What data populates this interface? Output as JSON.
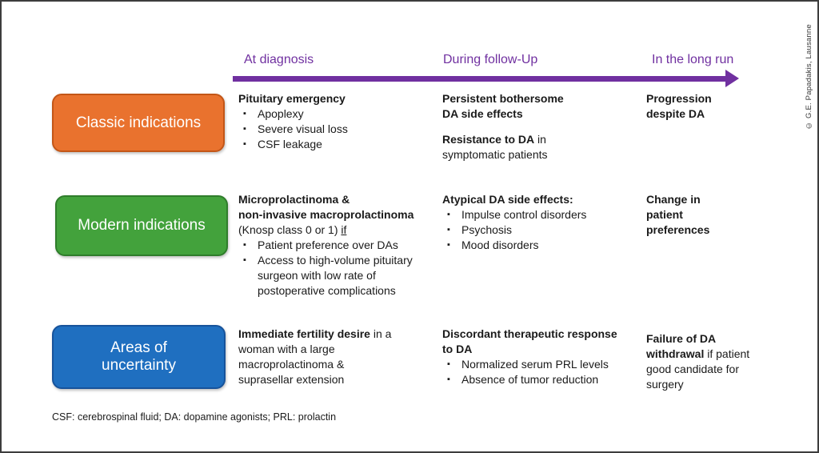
{
  "credit": "© G.E. Papadakis, Lausanne",
  "footer": "CSF: cerebrospinal fluid; DA: dopamine agonists; PRL: prolactin",
  "ui": {
    "bullet": "▪"
  },
  "colors": {
    "timeline_purple": "#7030A0",
    "classic_orange_fill": "#E9722E",
    "classic_orange_border": "#C35617",
    "modern_green_fill": "#43A23C",
    "modern_green_border": "#2F7D2B",
    "uncertainty_blue_fill": "#1F6FC0",
    "uncertainty_blue_border": "#17539B",
    "text": "#1a1a1a"
  },
  "timeline": {
    "col1": "At diagnosis",
    "col2": "During follow-Up",
    "col3": "In the long run"
  },
  "labels": {
    "classic": "Classic indications",
    "modern": "Modern indications",
    "uncertainty": "Areas of\nuncertainty"
  },
  "classic": {
    "diagnosis": {
      "title": "Pituitary emergency",
      "bullets": [
        "Apoplexy",
        "Severe visual loss",
        "CSF leakage"
      ]
    },
    "followup": {
      "block1": "Persistent bothersome\nDA side effects",
      "block2_bold": "Resistance to DA",
      "block2_rest": " in\nsymptomatic patients"
    },
    "longrun": "Progression\ndespite DA"
  },
  "modern": {
    "diagnosis": {
      "title": "Microprolactinoma &\nnon-invasive macroprolactinoma",
      "condition_pre": "(Knosp class 0 or 1) ",
      "condition_underline": "if",
      "bullets": [
        "Patient preference over DAs",
        "Access to high-volume pituitary\nsurgeon with low rate of\npostoperative complications"
      ]
    },
    "followup": {
      "title": "Atypical DA side effects:",
      "bullets": [
        "Impulse control disorders",
        "Psychosis",
        "Mood disorders"
      ]
    },
    "longrun": "Change in\npatient\npreferences"
  },
  "uncertainty": {
    "diagnosis": {
      "bold": "Immediate fertility desire",
      "rest": " in a\nwoman with a large\nmacroprolactinoma &\nsuprasellar extension"
    },
    "followup": {
      "title": "Discordant therapeutic response\nto DA",
      "bullets": [
        "Normalized serum PRL levels",
        "Absence of tumor reduction"
      ]
    },
    "longrun": {
      "bold": "Failure of DA\nwithdrawal",
      "rest": " if patient\ngood candidate for\nsurgery"
    }
  }
}
